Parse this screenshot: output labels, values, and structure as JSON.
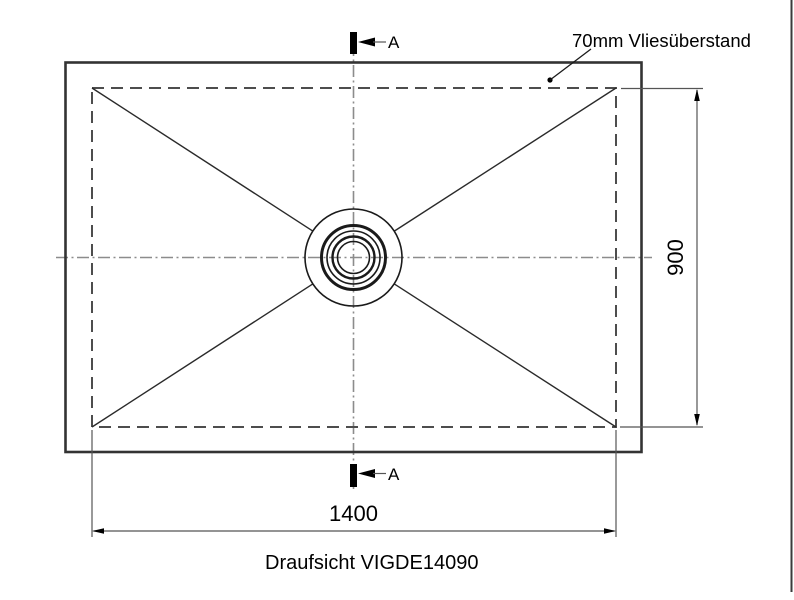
{
  "colors": {
    "background": "#ffffff",
    "ink": "#1a1a1a",
    "centerline": "#8c8c8c"
  },
  "drawing": {
    "title": "Draufsicht VIGDE14090",
    "annotation": {
      "label": "70mm Vliesüberstand"
    },
    "section_markers": {
      "top": {
        "label": "A"
      },
      "bottom": {
        "label": "A"
      }
    },
    "dimensions": {
      "width": {
        "value": "1400",
        "orientation": "horizontal"
      },
      "height": {
        "value": "900",
        "orientation": "vertical"
      }
    }
  }
}
